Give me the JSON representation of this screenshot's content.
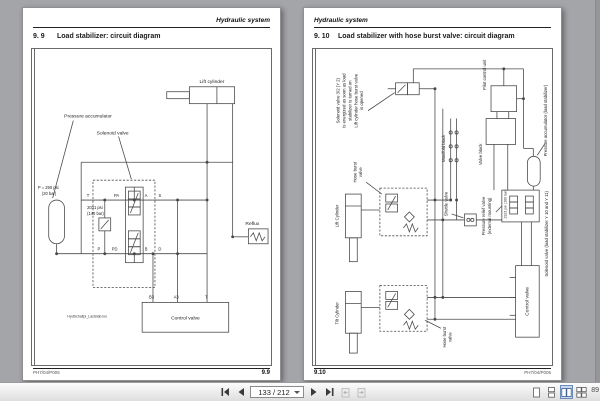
{
  "toolbar": {
    "page_indicator": "133 / 212",
    "status": "89",
    "icons": {
      "first": "first-page",
      "previous": "previous-page",
      "next": "next-page",
      "last": "last-page",
      "previous_view": "previous-view",
      "next_view": "next-view",
      "view_modes": [
        "single-page",
        "continuous",
        "facing",
        "facing-continuous"
      ]
    },
    "selected_view_mode": "facing",
    "accent_color": "#c8daf2"
  },
  "page_left": {
    "header": "Hydraulic system",
    "section_number": "9. 9",
    "section_title": "Load stabilizer: circuit diagram",
    "footer_code": "PH7/04/P005",
    "footer_page": "9.9",
    "diagram": {
      "lift_cylinder": "Lift cylinder",
      "solenoid_valve": "Solenoid valve",
      "pressure_accumulator": "Pressure accumulator",
      "accumulator_pressure_line1": "P = 290 psi",
      "accumulator_pressure_line2": "(20 bar)",
      "relief_pressure_line1": "2031 psi",
      "relief_pressure_line2": "(140 bar)",
      "reflux": "Reflux",
      "control_valve": "Control valve",
      "filename": "HydSchaltpl_Laststab.iso",
      "ports_top": [
        "T",
        "PA",
        "A",
        "S"
      ],
      "ports_bottom": [
        "P",
        "PD",
        "B",
        "D"
      ],
      "control_valve_ports": [
        "B3",
        "A3",
        "T"
      ]
    }
  },
  "page_right": {
    "header": "Hydraulic system",
    "section_number": "9. 10",
    "section_title": "Load stabilizer with hose burst valve: circuit diagram",
    "footer_page": "9.10",
    "footer_code": "PH7/04/P005",
    "diagram": {
      "solenoid_note_line1": "Solenoid valve 3/2 (Y 2)",
      "solenoid_note_line2": "Is energized as soon as load",
      "solenoid_note_line3": "stabilizer is turned on",
      "solenoid_note_line4": "Lift cylinder hose burst valve",
      "solenoid_note_line5": "is opened",
      "pilot_control_unit": "Pilot control unit",
      "manifold_block": "Manifold block",
      "valve_block": "Valve block",
      "pressure_accumulator": "Pressure accumulator (load stabilizer)",
      "hose_burst_valve_lift_line1": "Hose burst",
      "hose_burst_valve_lift_line2": "valve",
      "lift_cylinder": "Lift Cylinder",
      "shuttle_valve": "Shuttle valve",
      "pressure_relief_line1": "Pressure relief valve",
      "pressure_relief_line2": "(external mounting)",
      "relief_pressure": "2321 psi (160 bar)",
      "solenoid_valve_load_stabilizer": "Solenoid valve (load stabilizer Y 10 and Y 11)",
      "tilt_cylinder": "Tilt Cylinder",
      "hose_burst_valve_tilt_line1": "Hose burst",
      "hose_burst_valve_tilt_line2": "valve",
      "control_valve": "Control valve"
    }
  }
}
